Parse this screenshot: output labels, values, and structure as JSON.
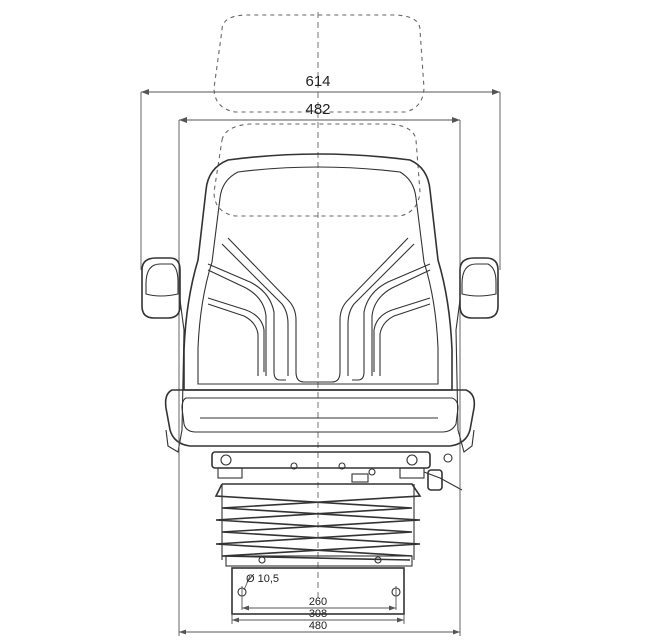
{
  "dimensions": {
    "overall_width": "614",
    "backrest_width": "482",
    "bolt_hole": "Ø 10,5",
    "hole_spacing": "260",
    "base_inner": "308",
    "base_outer": "480"
  }
}
